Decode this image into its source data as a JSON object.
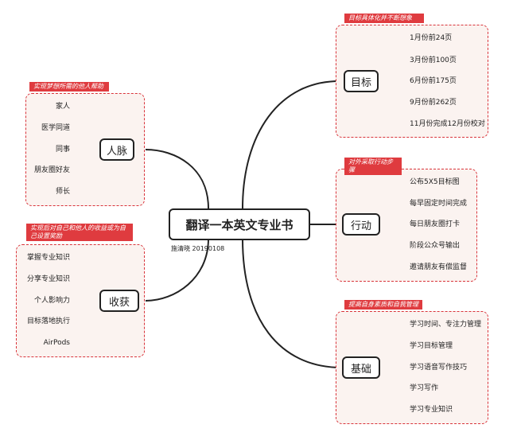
{
  "center": {
    "title": "翻译一本英文专业书",
    "author": "施清晓 20190108"
  },
  "branches": {
    "goal": {
      "label": "目标",
      "tag": "目标具体化并不断想象",
      "items": [
        "1月份前24页",
        "3月份前100页",
        "6月份前175页",
        "9月份前262页",
        "11月份完成12月份校对"
      ]
    },
    "action": {
      "label": "行动",
      "tag": "对外采取行动步骤",
      "items": [
        "公布5X5目标图",
        "每早固定时间完成",
        "每日朋友圈打卡",
        "阶段公众号输出",
        "邀请朋友有偿监督"
      ]
    },
    "foundation": {
      "label": "基础",
      "tag": "提高自身素质和自我管理",
      "items": [
        "学习时间、专注力管理",
        "学习目标管理",
        "学习语音写作技巧",
        "学习写作",
        "学习专业知识"
      ]
    },
    "network": {
      "label": "人脉",
      "tag": "实现梦想所需的他人帮助",
      "items": [
        "家人",
        "医学同道",
        "同事",
        "朋友圈好友",
        "师长"
      ]
    },
    "harvest": {
      "label": "收获",
      "tag": "实现后对自己和他人的收益或为自己设置奖励",
      "items": [
        "掌握专业知识",
        "分享专业知识",
        "个人影响力",
        "目标落地执行",
        "AirPods"
      ]
    }
  },
  "colors": {
    "accent": "#df3b3f",
    "box_fill": "#fbf3f0",
    "line": "#222222"
  }
}
